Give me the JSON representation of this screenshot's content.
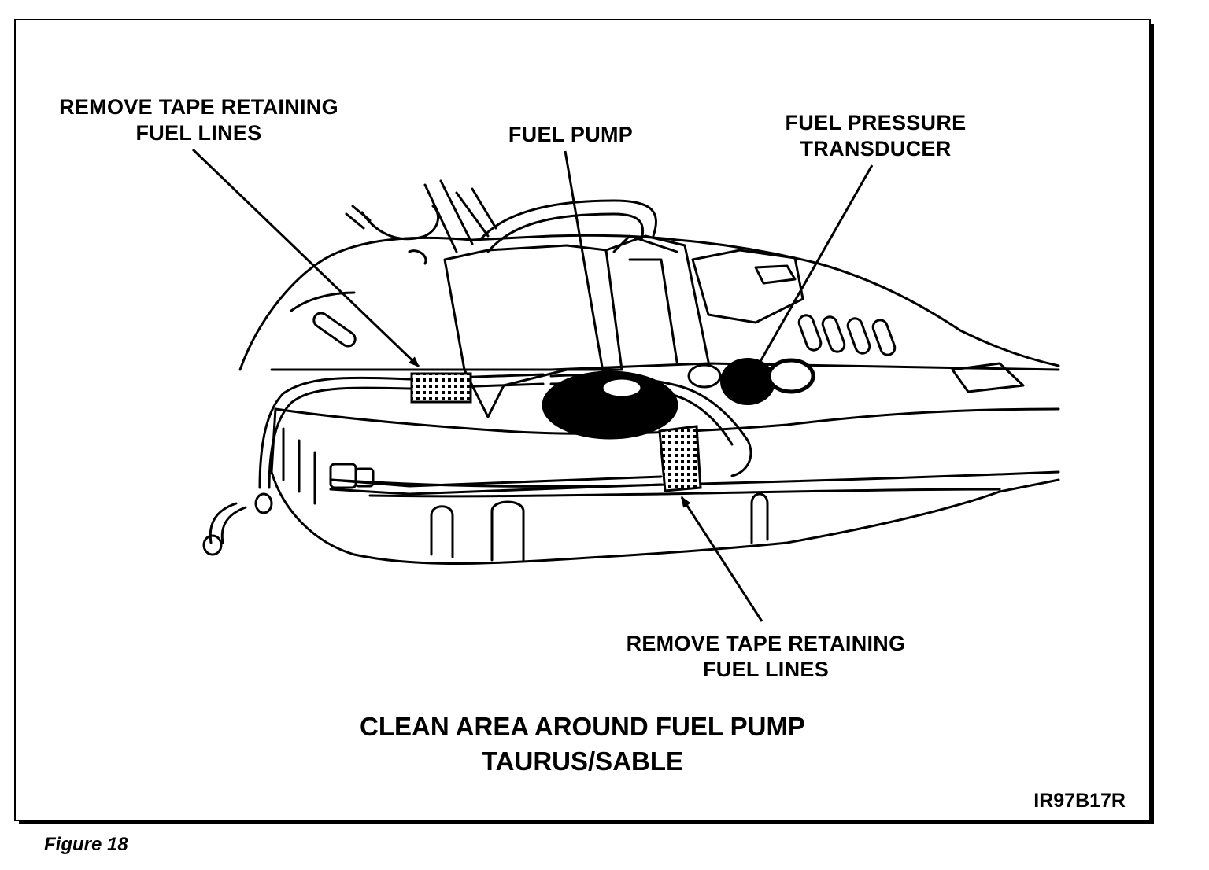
{
  "labels": {
    "tape_top_line1": "REMOVE TAPE RETAINING",
    "tape_top_line2": "FUEL LINES",
    "fuel_pump": "FUEL PUMP",
    "transducer_line1": "FUEL PRESSURE",
    "transducer_line2": "TRANSDUCER",
    "tape_bottom_line1": "REMOVE TAPE RETAINING",
    "tape_bottom_line2": "FUEL LINES"
  },
  "caption": {
    "line1": "CLEAN AREA AROUND FUEL PUMP",
    "line2": "TAURUS/SABLE"
  },
  "illustration_code": "IR97B17R",
  "figure_label": "Figure 18"
}
